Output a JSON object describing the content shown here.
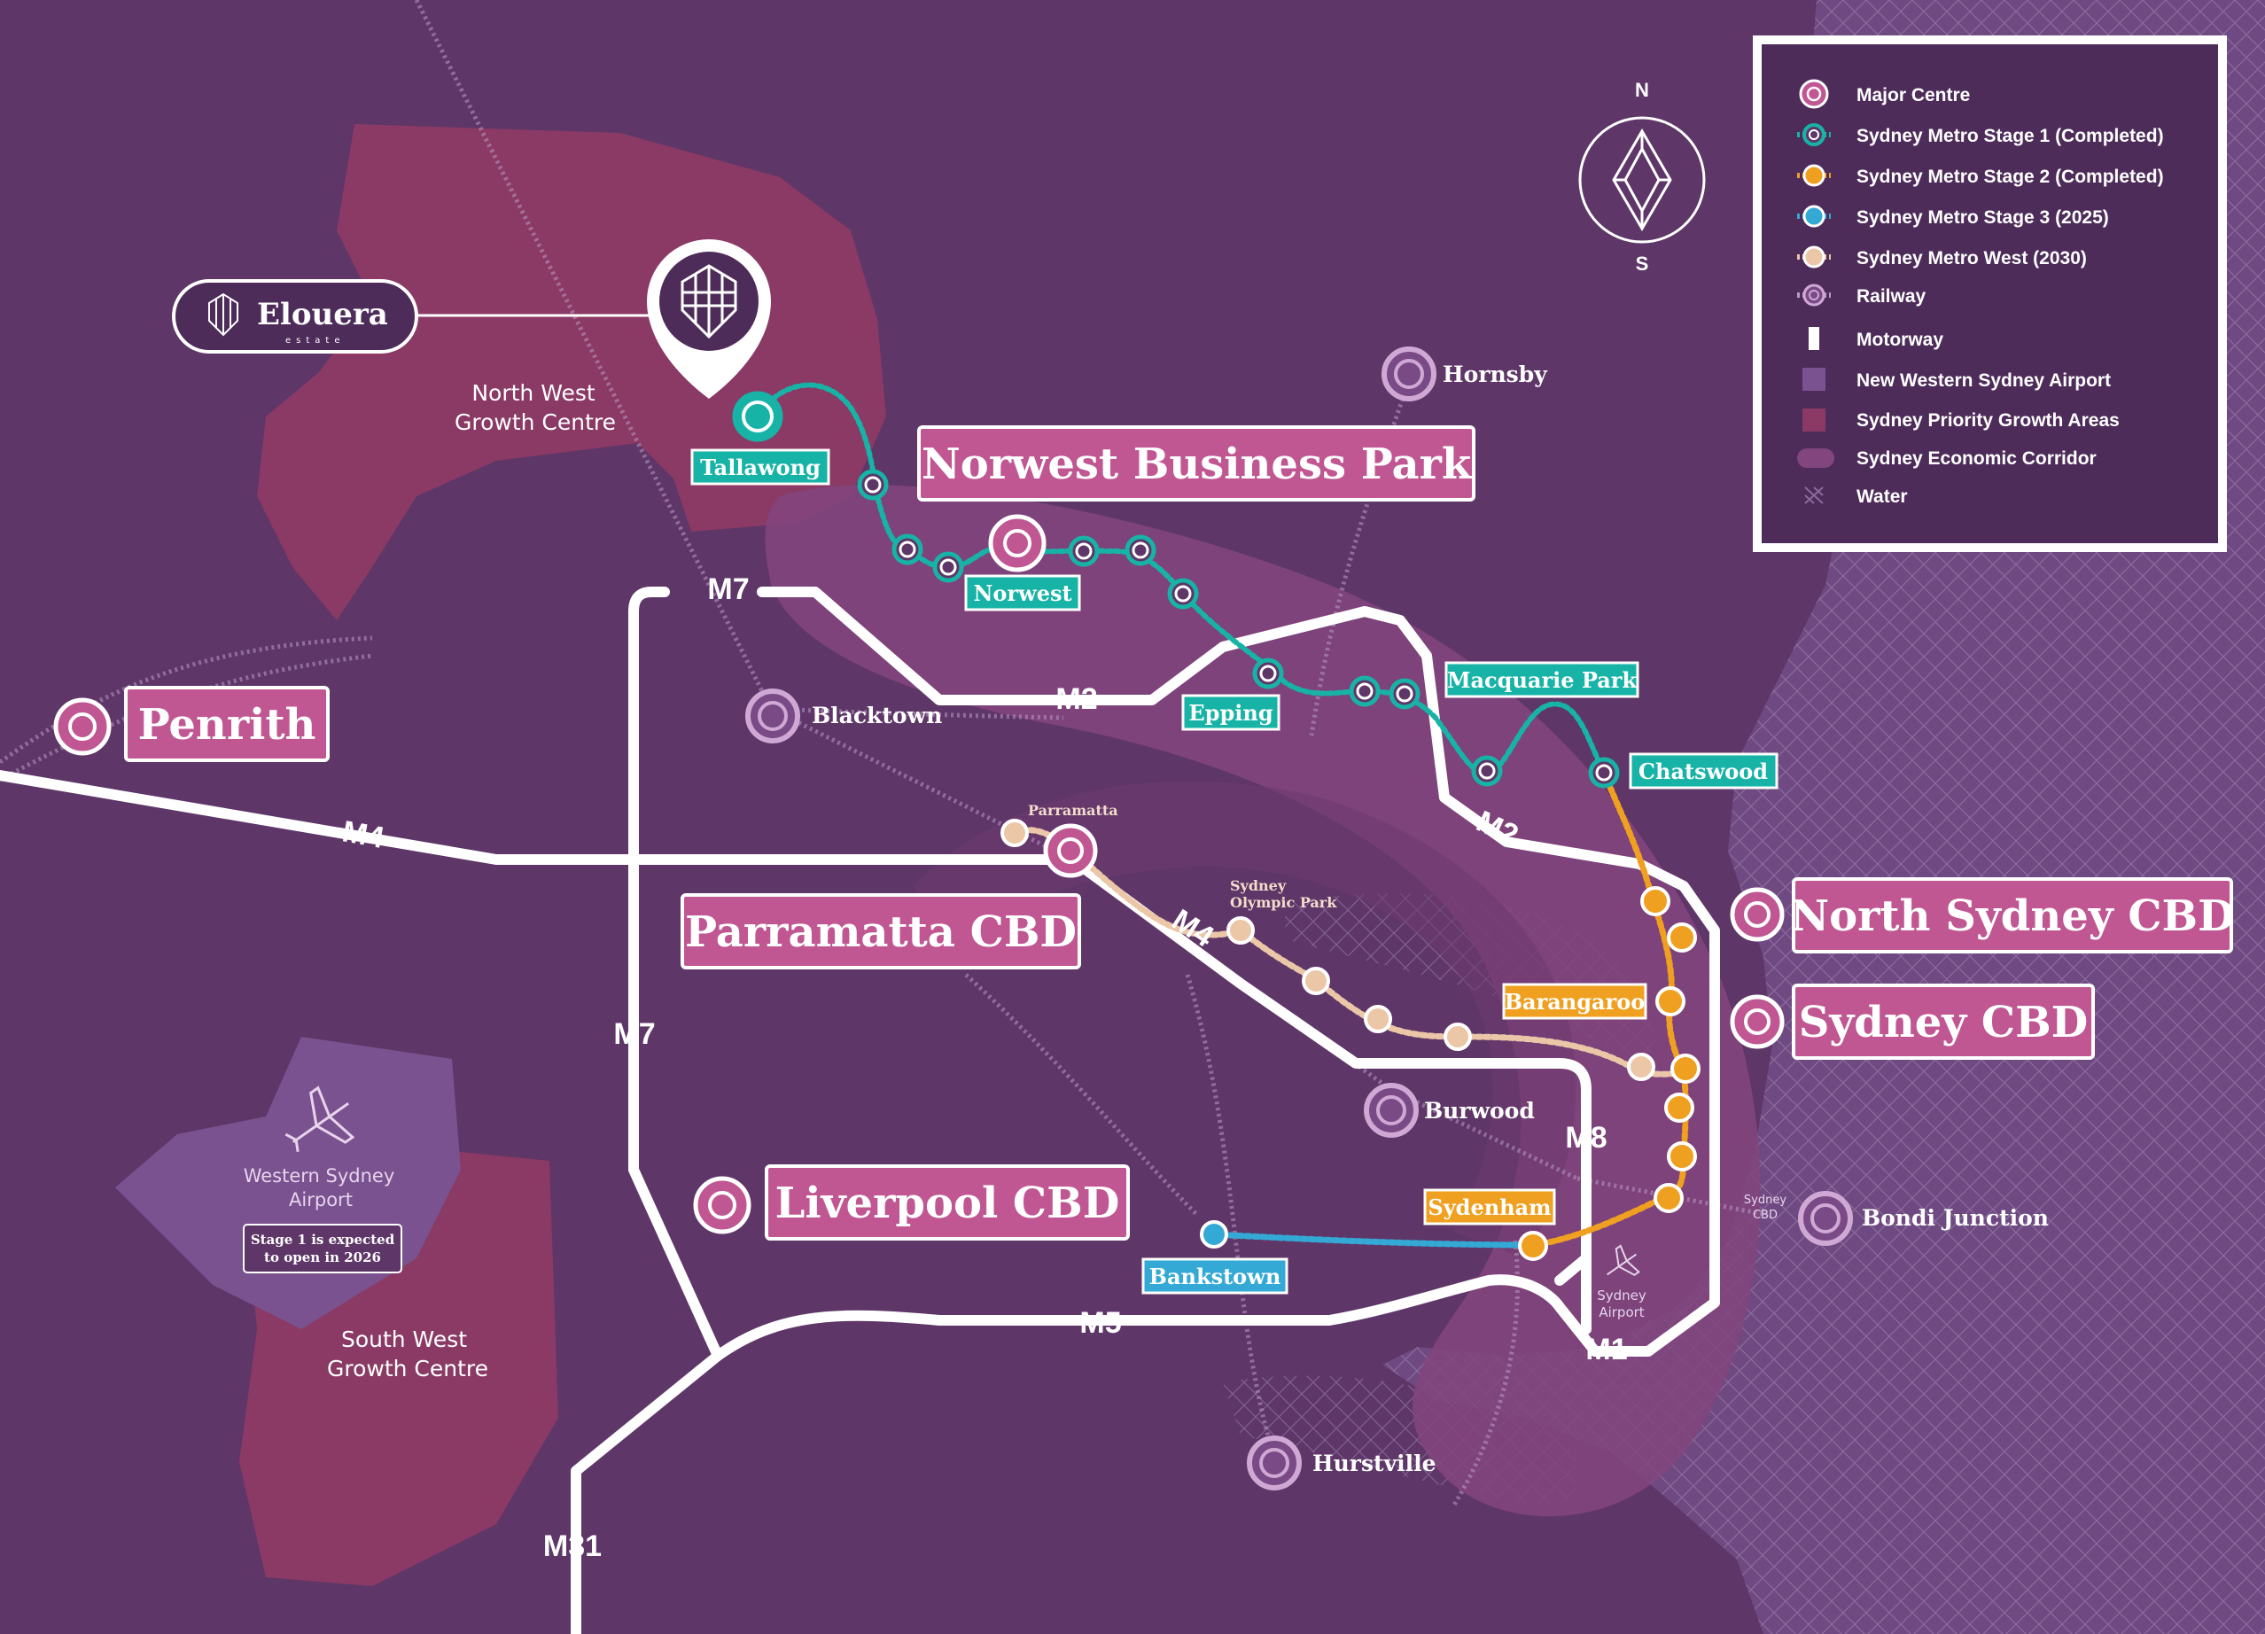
{
  "brand": {
    "name": "Elouera",
    "sub": "estate"
  },
  "compass": {
    "north": "N",
    "south": "S"
  },
  "areas": {
    "north_west": [
      "North West",
      "Growth Centre"
    ],
    "south_west": [
      "South West",
      "Growth Centre"
    ],
    "airport": [
      "Western Sydney",
      "Airport"
    ],
    "airport_note": [
      "Stage 1 is expected",
      "to open in 2026"
    ],
    "sydney_airport": [
      "Sydney",
      "Airport"
    ],
    "sydney_cbd_small": [
      "Sydney",
      "CBD"
    ]
  },
  "major_centres": {
    "penrith": "Penrith",
    "norwest_bp": "Norwest Business Park",
    "parramatta": "Parramatta CBD",
    "liverpool": "Liverpool CBD",
    "north_sydney": "North Sydney CBD",
    "sydney": "Sydney CBD"
  },
  "places": {
    "hornsby": "Hornsby",
    "blacktown": "Blacktown",
    "burwood": "Burwood",
    "bondi": "Bondi Junction",
    "hurstville": "Hurstville",
    "parramatta_small": "Parramatta",
    "olympic_park": [
      "Sydney",
      "Olympic Park"
    ]
  },
  "metro_stations": {
    "tallawong": "Tallawong",
    "norwest": "Norwest",
    "epping": "Epping",
    "macquarie": "Macquarie Park",
    "chatswood": "Chatswood",
    "barangaroo": "Barangaroo",
    "sydenham": "Sydenham",
    "bankstown": "Bankstown"
  },
  "motorways": {
    "m7_top": "M7",
    "m7_left": "M7",
    "m2_a": "M2",
    "m2_b": "M2",
    "m4_a": "M4",
    "m4_b": "M4",
    "m8": "M8",
    "m5": "M5",
    "m1": "M1",
    "m31": "M31"
  },
  "legend": {
    "items": [
      {
        "label": "Major Centre",
        "icon": "major-centre-icon"
      },
      {
        "label": "Sydney Metro Stage 1 (Completed)",
        "icon": "metro-stage1-icon"
      },
      {
        "label": "Sydney Metro Stage 2 (Completed)",
        "icon": "metro-stage2-icon"
      },
      {
        "label": "Sydney Metro Stage 3 (2025)",
        "icon": "metro-stage3-icon"
      },
      {
        "label": "Sydney Metro West (2030)",
        "icon": "metro-west-icon"
      },
      {
        "label": "Railway",
        "icon": "railway-icon"
      },
      {
        "label": "Motorway",
        "icon": "motorway-icon"
      },
      {
        "label": "New Western Sydney Airport",
        "icon": "airport-area-icon"
      },
      {
        "label": "Sydney Priority Growth Areas",
        "icon": "growth-area-icon"
      },
      {
        "label": "Sydney Economic Corridor",
        "icon": "corridor-icon"
      },
      {
        "label": "Water",
        "icon": "water-icon"
      }
    ]
  },
  "colors": {
    "background": "#5e3668",
    "water": "#7c5a8e",
    "growth": "#8a3a64",
    "airport": "#7a5290",
    "corridor": "#82457e",
    "major": "#c05792",
    "stage1": "#17b3a6",
    "stage2": "#f0a020",
    "stage3": "#34a9d6",
    "west": "#ebc7a8",
    "railway": "#cfa9d4",
    "legend_bg": "#4e2c5a"
  }
}
